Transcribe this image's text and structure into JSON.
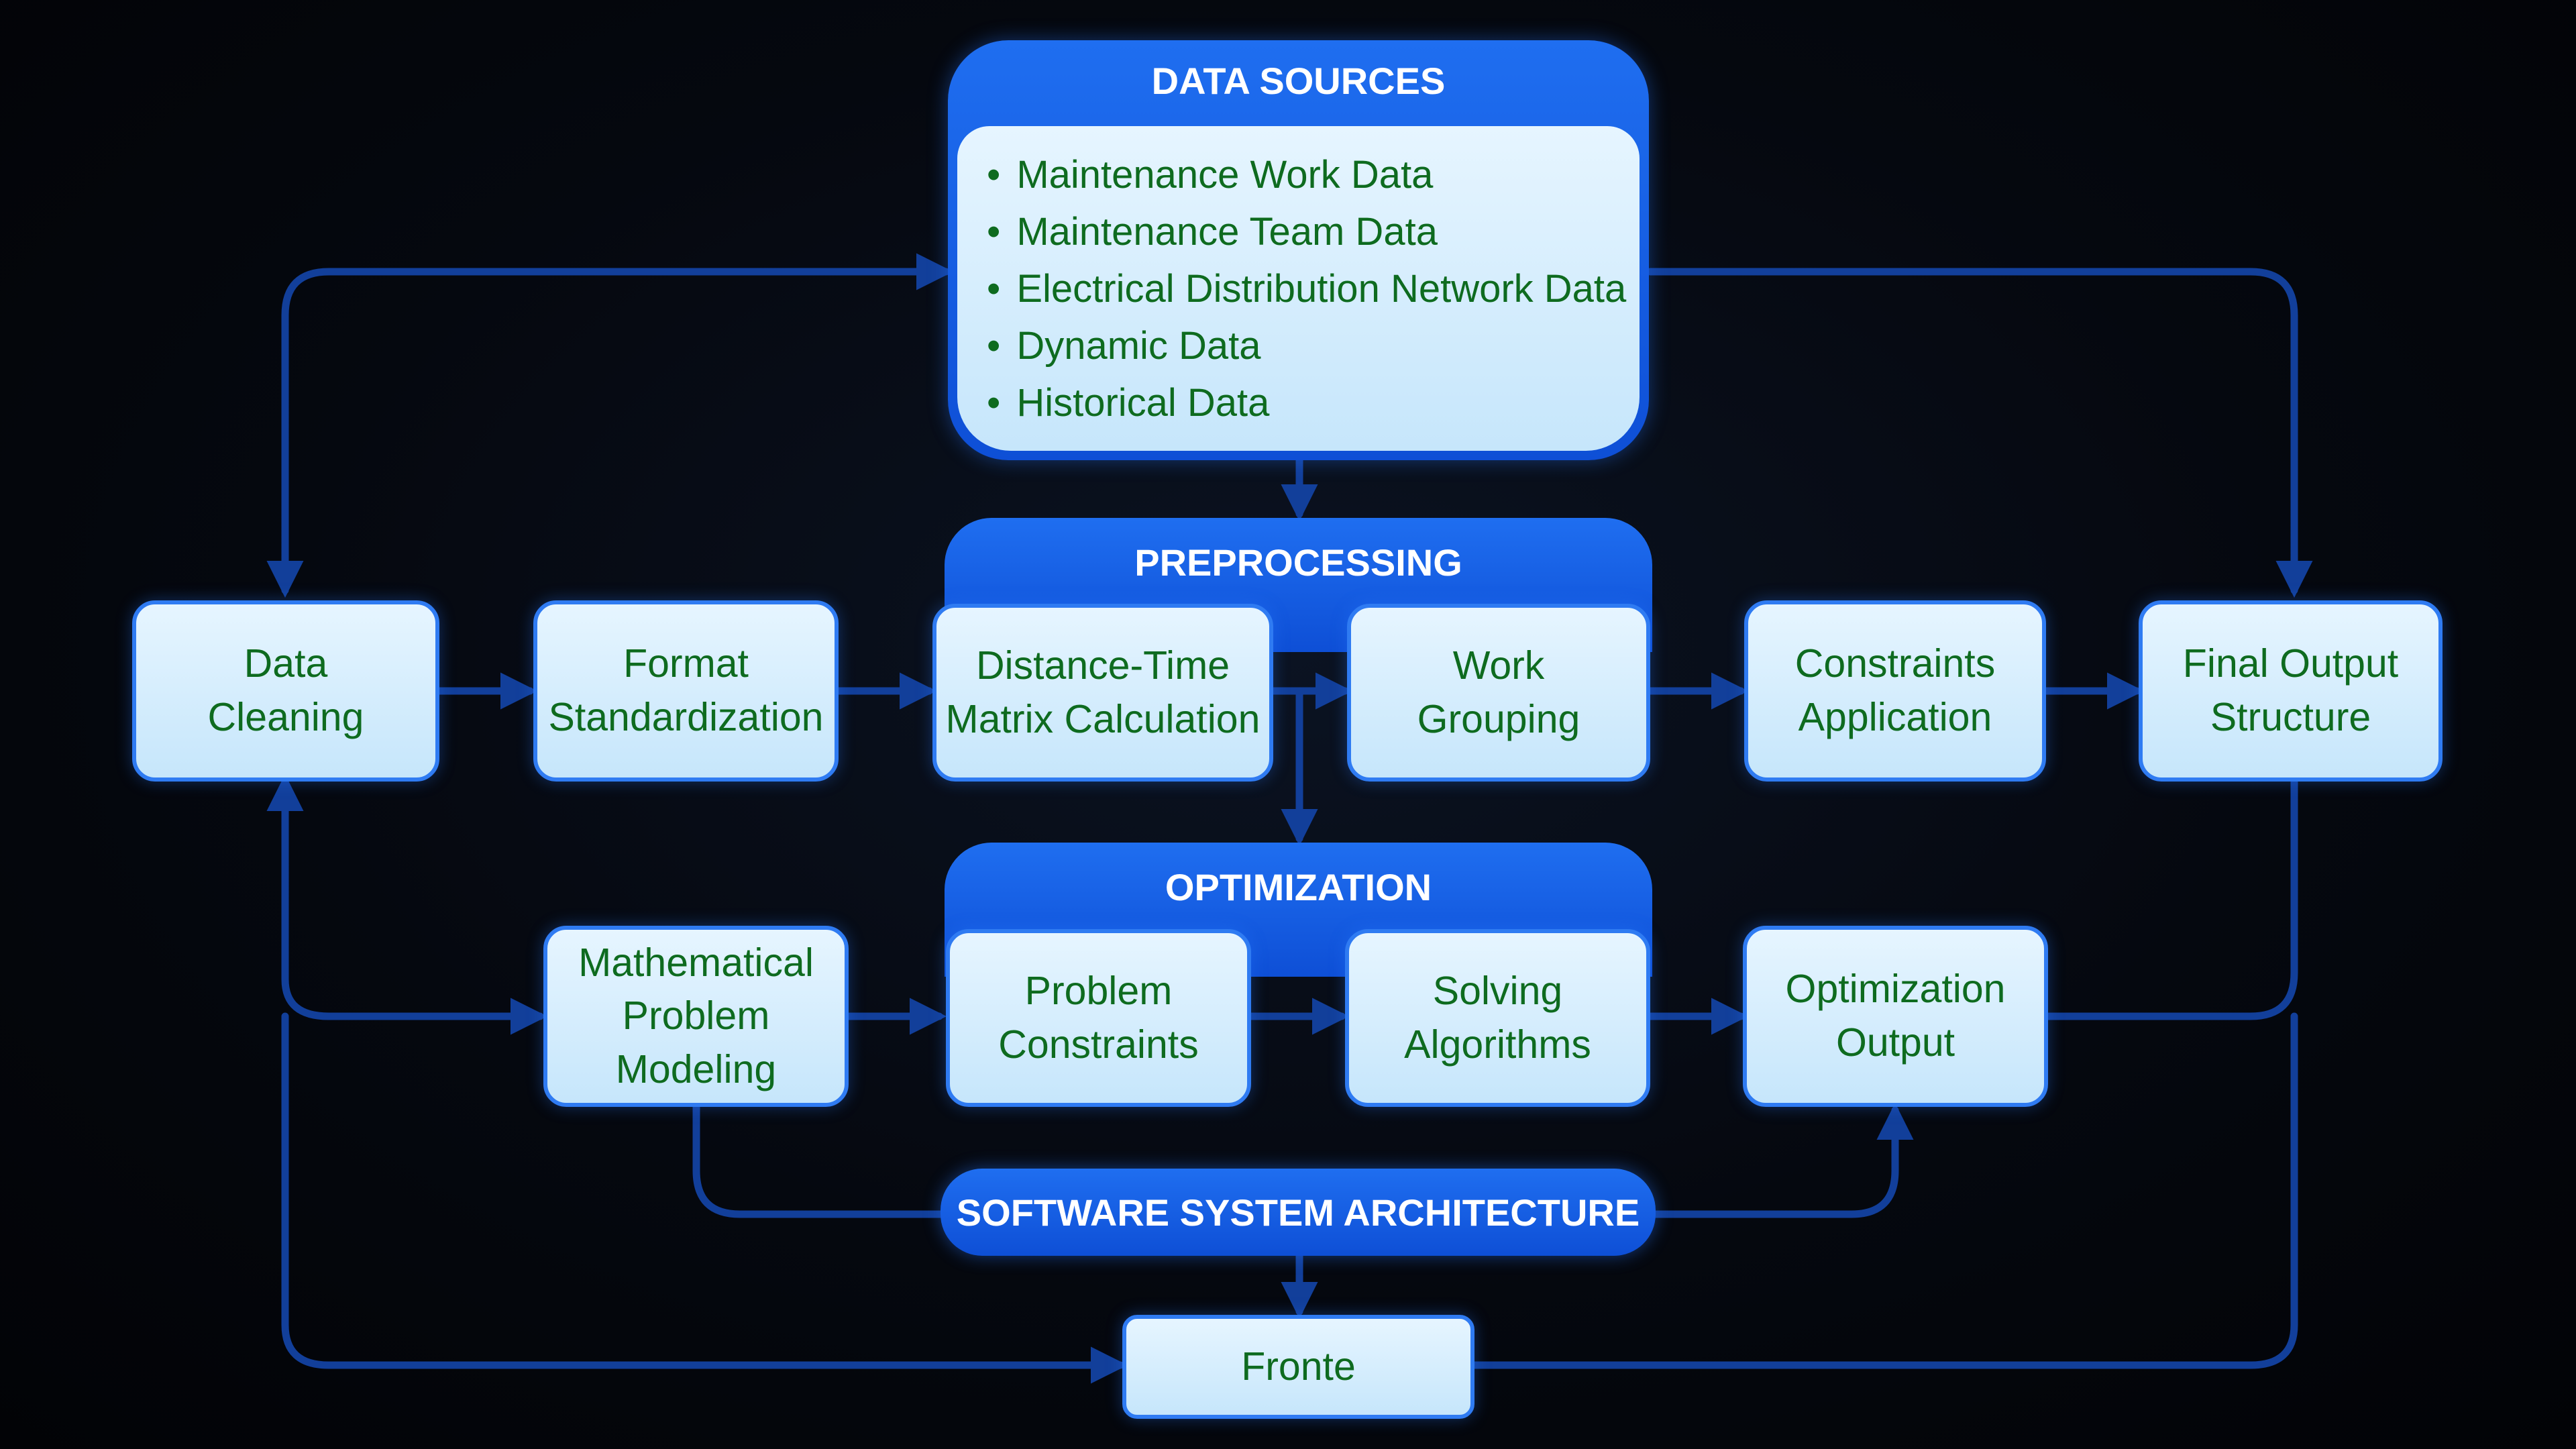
{
  "sources": {
    "title": "DATA SOURCES",
    "items": [
      "Maintenance Work Data",
      "Maintenance Team Data",
      "Electrical Distribution Network Data",
      "Dynamic Data",
      "Historical Data"
    ]
  },
  "preprocessing": {
    "title": "PREPROCESSING",
    "steps": [
      {
        "line1": "Distance-Time",
        "line2": "Matrix Calculation"
      },
      {
        "line1": "Work",
        "line2": "Grouping"
      }
    ]
  },
  "optimization": {
    "title": "OPTIMIZATION",
    "steps": [
      {
        "line1": "Problem",
        "line2": "Constraints"
      },
      {
        "line1": "Solving",
        "line2": "Algorithms"
      }
    ]
  },
  "flow": {
    "data_cleaning": {
      "line1": "Data",
      "line2": "Cleaning"
    },
    "format_standardization": {
      "line1": "Format",
      "line2": "Standardization"
    },
    "constraints_application": {
      "line1": "Constraints",
      "line2": "Application"
    },
    "final_output_structure": {
      "line1": "Final Output",
      "line2": "Structure"
    },
    "mathematical_modeling": {
      "line1": "Mathematical",
      "line2": "Problem",
      "line3": "Modeling"
    },
    "optimization_output": {
      "line1": "Optimization",
      "line2": "Output"
    }
  },
  "architecture": {
    "title": "SOFTWARE SYSTEM ARCHITECTURE"
  },
  "frontend": {
    "label": "Fronte"
  },
  "colors": {
    "background": "#05080f",
    "connector": "#123f9a",
    "header_blue": "#1a63ea",
    "node_fill": "#d6eefc",
    "node_border": "#2f7bf2",
    "node_text": "#0e6b1f"
  }
}
